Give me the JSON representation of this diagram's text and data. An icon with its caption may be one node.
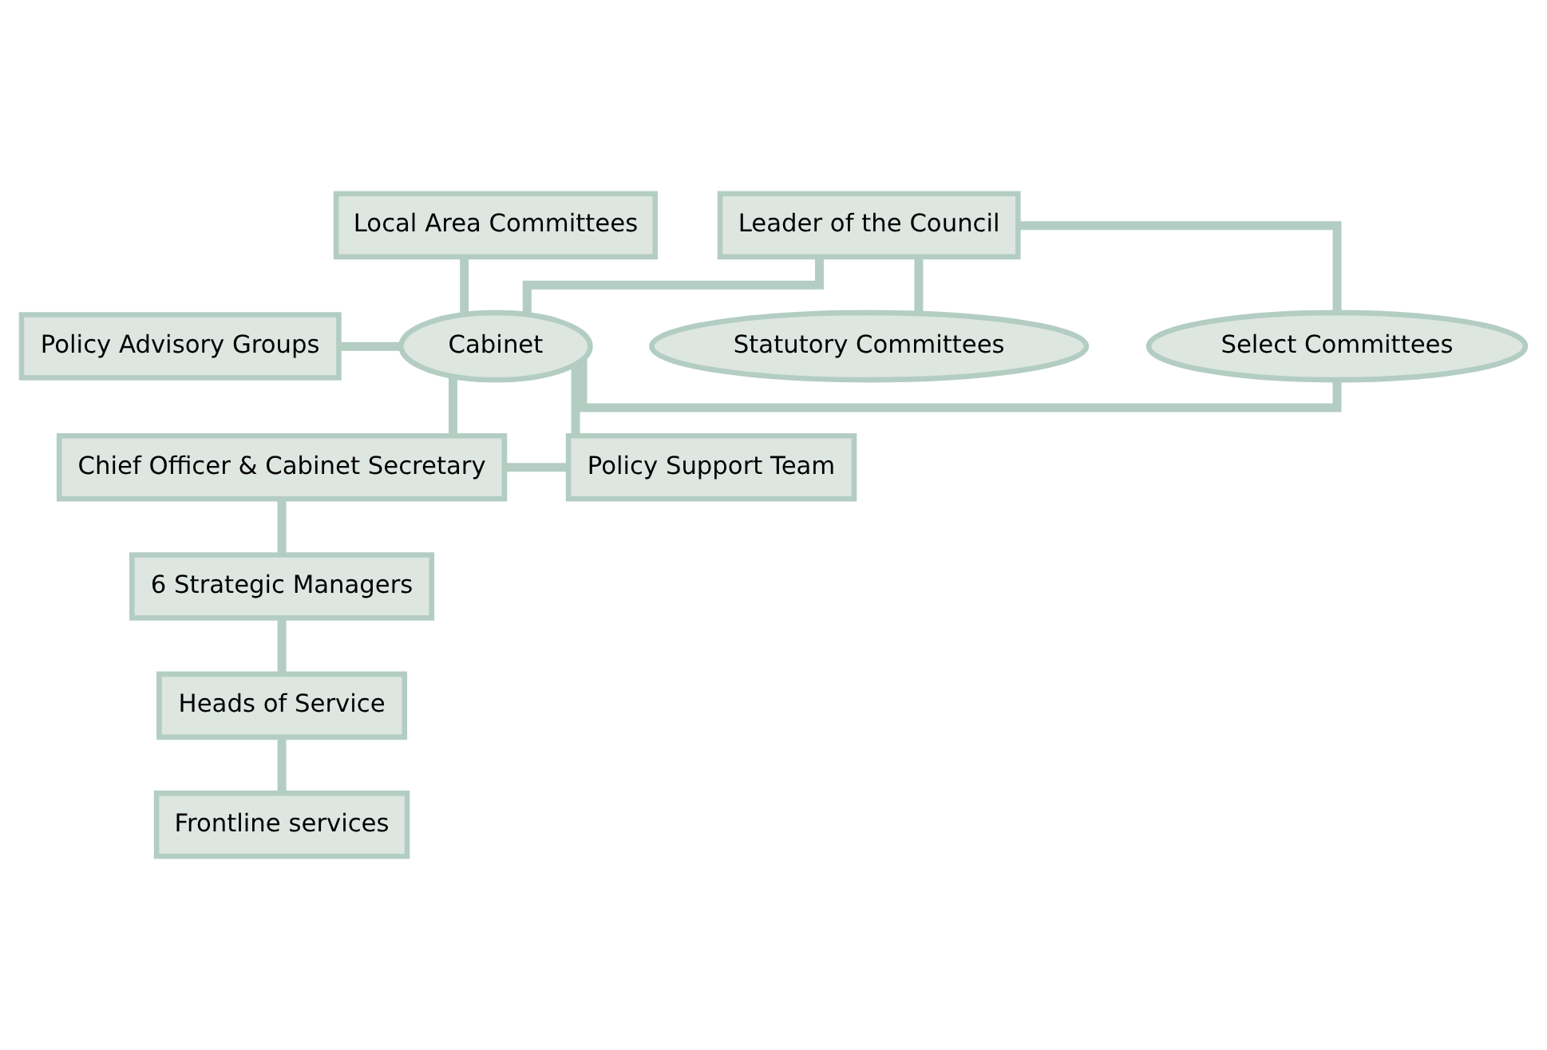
{
  "diagram": {
    "nodes": [
      {
        "text": [
          "Local Area Committees"
        ]
      },
      {
        "text": [
          "Leader of the Council"
        ]
      },
      {
        "text": [
          "Cabinet"
        ]
      },
      {
        "text": [
          "Select Committees"
        ]
      },
      {
        "text": [
          "Statutory Committees"
        ]
      },
      {
        "text": [
          "Policy Advisory Groups"
        ]
      },
      {
        "text": [
          "Chief Officer & Cabinet Secretary"
        ]
      },
      {
        "text": [
          "Policy Support Team"
        ]
      },
      {
        "text": [
          "6 Strategic Managers"
        ]
      },
      {
        "text": [
          "Heads of Service"
        ]
      },
      {
        "text": [
          "Frontline services"
        ]
      }
    ],
    "edges": [
      {
        "from": 0,
        "to": 2,
        "arrow": "none"
      },
      {
        "from": 5,
        "to": 2,
        "arrow": "none"
      },
      {
        "from": 1,
        "to": 2,
        "arrow": "none"
      },
      {
        "from": 1,
        "to": 3,
        "arrow": "none"
      },
      {
        "from": 1,
        "to": 4,
        "arrow": "none"
      },
      {
        "from": 2,
        "to": 3,
        "arrow": "none"
      },
      {
        "from": 2,
        "to": 7,
        "arrow": "none"
      },
      {
        "from": 2,
        "to": 6,
        "arrow": "none"
      },
      {
        "from": 6,
        "to": 7,
        "arrow": "none"
      },
      {
        "from": 6,
        "to": 8,
        "arrow": "none"
      },
      {
        "from": 8,
        "to": 9,
        "arrow": "none"
      },
      {
        "from": 9,
        "to": 10,
        "arrow": "none"
      }
    ]
  }
}
